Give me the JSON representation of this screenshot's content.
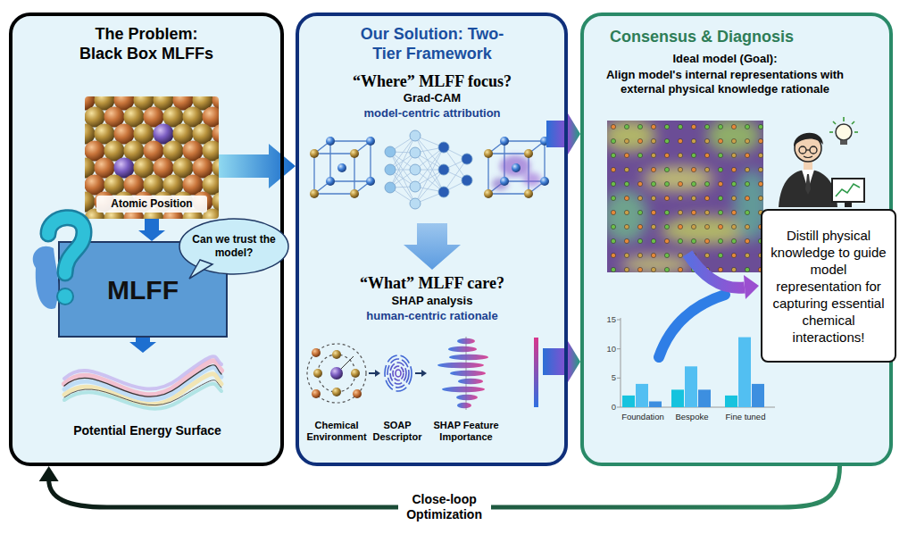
{
  "diagram": {
    "nodes": [
      {
        "text": [
          "The Problem: Black Box MLFFs"
        ]
      },
      {
        "text": [
          "Atomic Position"
        ],
        "in": 0
      },
      {
        "text": [
          "MLFF"
        ],
        "in": 0
      },
      {
        "text": [
          "Can we trust the model?"
        ],
        "in": 0
      },
      {
        "text": [
          "Potential Energy Surface"
        ],
        "in": 0
      },
      {
        "text": [
          "Our Solution: Two-Tier Framework",
          "“Where” MLFF focus?",
          "Grad-CAM",
          "model-centric attribution",
          "“What” MLFF care?",
          "SHAP analysis",
          "human-centric rationale"
        ]
      },
      {
        "text": [
          "Consensus & Diagnosis",
          "Ideal model (Goal):",
          "Align model's internal representations with external physical knowledge rationale"
        ]
      },
      {
        "text": [
          "Distill physical knowledge to guide model representation for capturing essential chemical interactions!"
        ],
        "in": 6
      }
    ],
    "edges": [
      {
        "from": 1,
        "to": 5,
        "arrow": "to"
      },
      {
        "from": 1,
        "to": 2,
        "arrow": "to"
      },
      {
        "from": 2,
        "to": 4,
        "arrow": "to"
      },
      {
        "from": 5,
        "to": 6,
        "arrow": "to"
      },
      {
        "from": 5,
        "to": 6,
        "arrow": "to"
      },
      {
        "from": 6,
        "to": 0,
        "arrow": "to",
        "label": "Close-loop Optimization"
      }
    ],
    "labels": [
      "Chemical Environment",
      "SOAP Descriptor",
      "SHAP Feature Importance",
      "15",
      "10",
      "5",
      "0",
      "Foundation",
      "Bespoke",
      "Fine tuned"
    ]
  }
}
